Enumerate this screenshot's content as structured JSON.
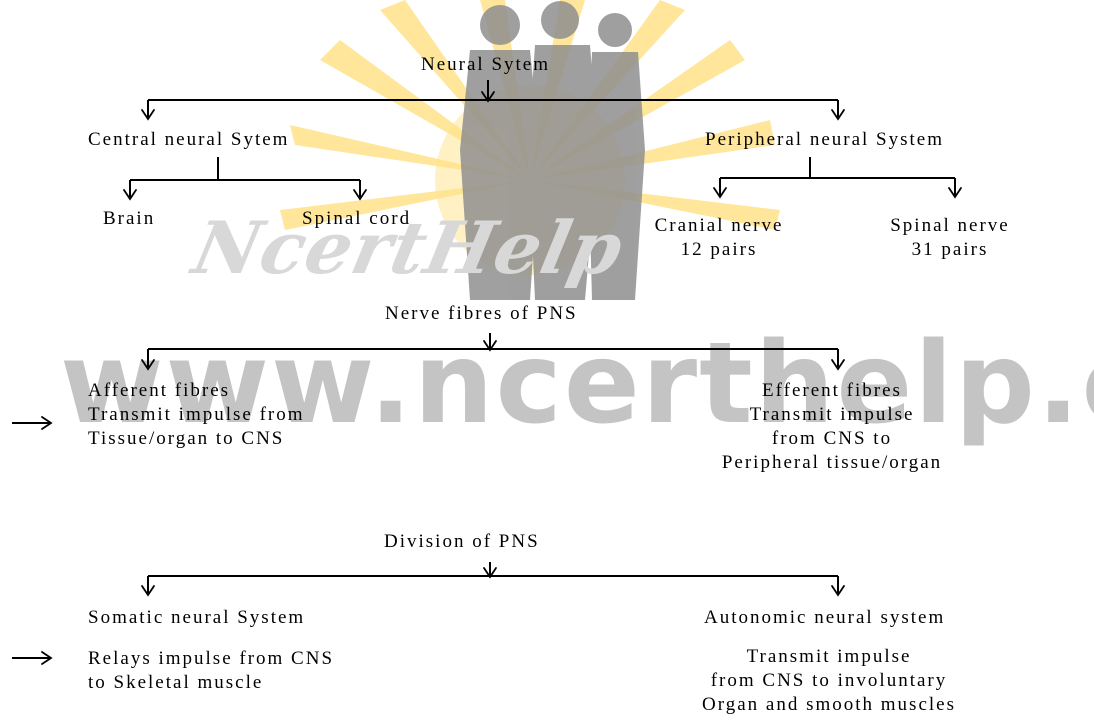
{
  "watermark": {
    "script_text": "NcertHelp",
    "url_text": "www.ncerthelp.com"
  },
  "colors": {
    "ink": "#000000",
    "watermark_gray": "#c4c4c4",
    "sun_yellow": "#ffd24a",
    "figure_gray": "#8f8f8f"
  },
  "neural_system": {
    "root": "Neural Sytem",
    "cns": {
      "label": "Central neural Sytem",
      "brain": "Brain",
      "spinal_cord": "Spinal cord"
    },
    "pns": {
      "label": "Peripheral neural System",
      "cranial": "Cranial nerve\n12 pairs",
      "spinal": "Spinal nerve\n31 pairs"
    }
  },
  "nerve_fibres": {
    "title": "Nerve fibres of PNS",
    "afferent": "Afferent fibres\nTransmit impulse from\nTissue/organ to CNS",
    "efferent": "Efferent fibres\nTransmit impulse\nfrom CNS to\nPeripheral tissue/organ"
  },
  "division": {
    "title": "Division of PNS",
    "somatic": "Somatic neural System",
    "somatic_desc": "Relays impulse from CNS\nto Skeletal muscle",
    "autonomic": "Autonomic neural system",
    "autonomic_desc": "Transmit impulse\nfrom CNS to involuntary\nOrgan and smooth muscles"
  }
}
